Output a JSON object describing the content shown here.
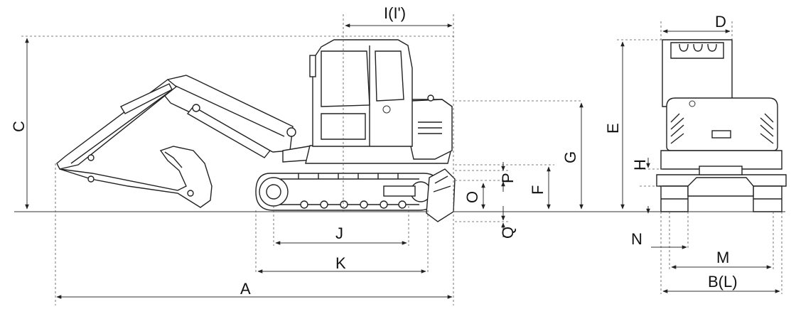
{
  "labels": {
    "A": "A",
    "B": "B(L)",
    "C": "C",
    "D": "D",
    "E": "E",
    "F": "F",
    "G": "G",
    "H": "H",
    "I": "I(I')",
    "J": "J",
    "K": "K",
    "M": "M",
    "N": "N",
    "O": "O",
    "P": "P",
    "Q": "Q"
  }
}
